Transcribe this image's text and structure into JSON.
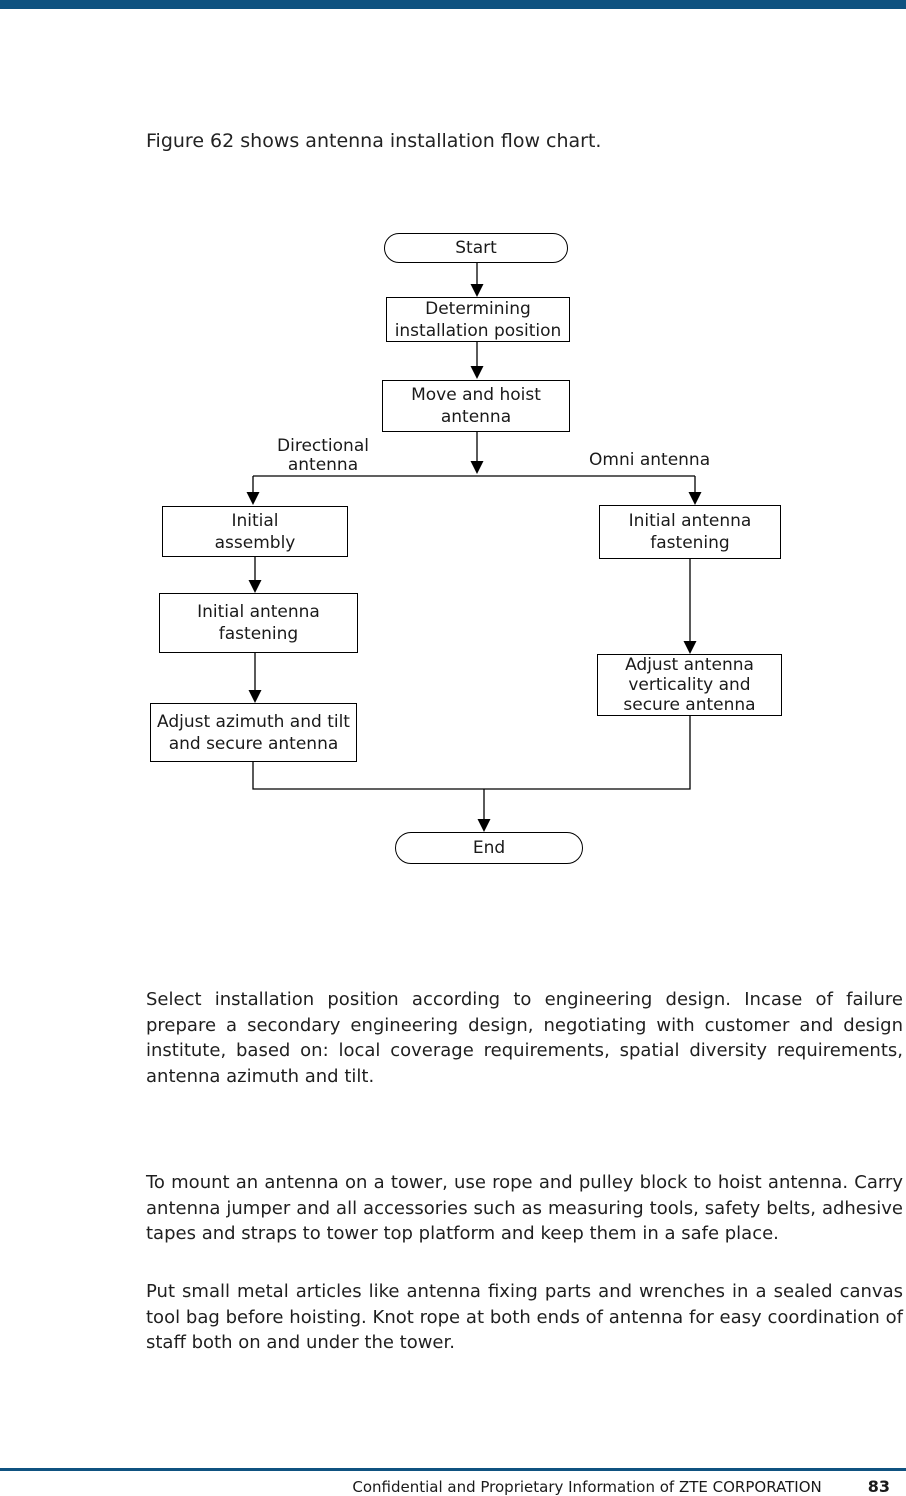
{
  "intro": {
    "text": "Figure 62 shows antenna installation flow chart."
  },
  "flowchart": {
    "nodes": {
      "start": "Start",
      "determine": "Determining\ninstallation position",
      "move": "Move and hoist\nantenna",
      "initial_assembly": "Initial\nassembly",
      "left_fastening": "Initial antenna\nfastening",
      "adjust_azimuth": "Adjust azimuth and tilt\nand secure antenna",
      "right_fastening": "Initial antenna\nfastening",
      "adjust_verticality": "Adjust antenna\nverticality and\nsecure antenna",
      "end": "End"
    },
    "branch_labels": {
      "left": "Directional\nantenna",
      "right": "Omni antenna"
    }
  },
  "paragraphs": [
    "Select installation position according to engineering design. Incase of failure prepare a secondary engineering design, negotiating with customer and design institute, based on: local coverage requirements, spatial diversity requirements, antenna azimuth and tilt.",
    "To mount an antenna on a tower, use rope and pulley block to hoist antenna. Carry antenna jumper and all accessories such as measuring tools, safety belts, adhesive tapes and straps to tower top platform and keep them in a safe place.",
    "Put small metal articles like antenna fixing parts and wrenches in a sealed canvas tool bag before hoisting. Knot rope at both ends of antenna for easy coordination of staff both on and under the tower."
  ],
  "footer": {
    "confidential": "Confidential and Proprietary Information of ZTE CORPORATION",
    "page_number": "83"
  },
  "colors": {
    "accent_blue": "#0f5280"
  }
}
